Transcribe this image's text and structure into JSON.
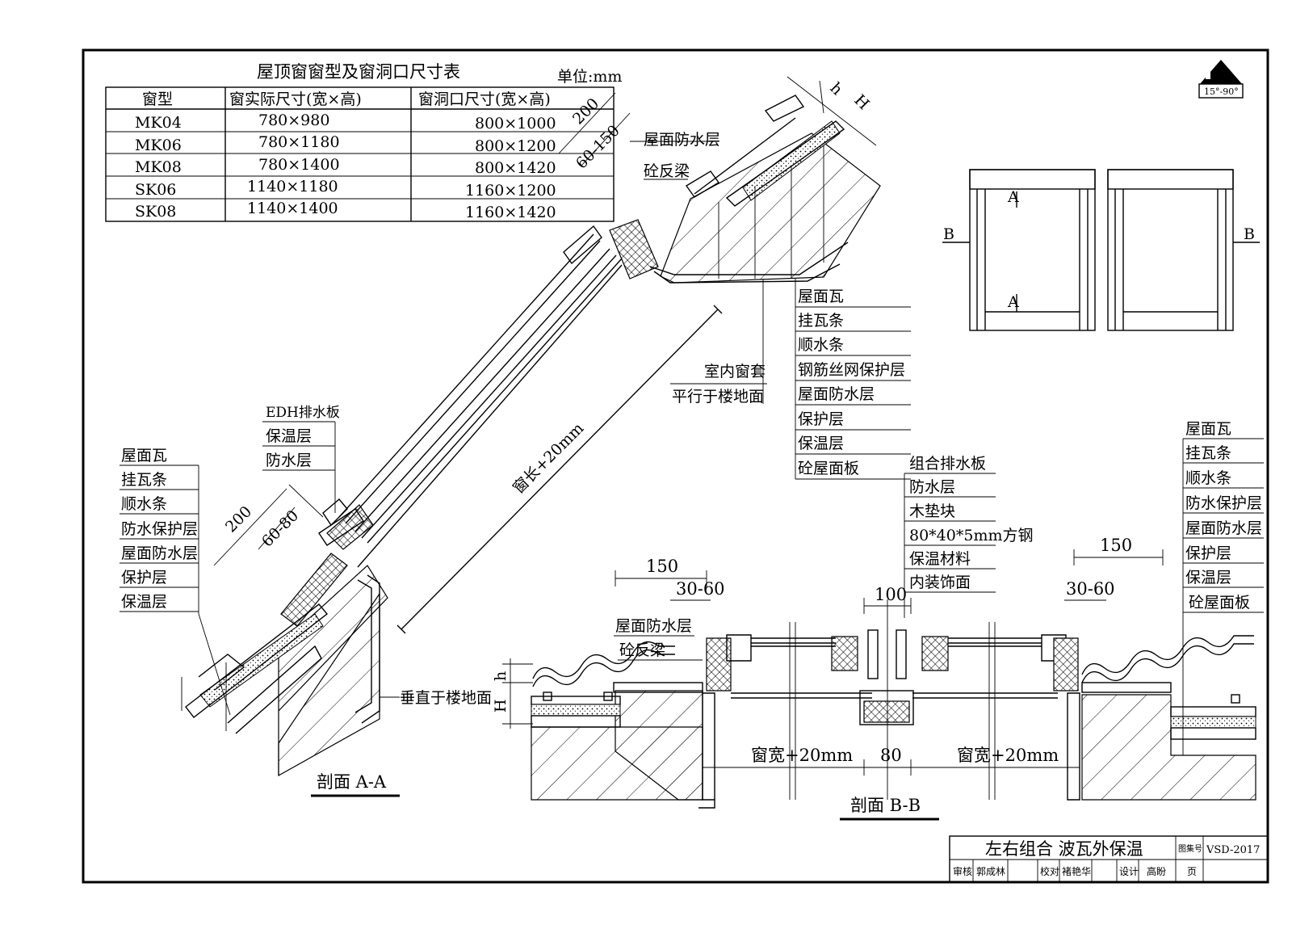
{
  "table": {
    "title": "屋顶窗窗型及窗洞口尺寸表",
    "unit": "单位:mm",
    "headers": [
      "窗型",
      "窗实际尺寸(宽×高)",
      "窗洞口尺寸(宽×高)"
    ],
    "rows": [
      [
        "MK04",
        "780×980",
        "800×1000"
      ],
      [
        "MK06",
        "780×1180",
        "800×1200"
      ],
      [
        "MK08",
        "780×1400",
        "800×1420"
      ],
      [
        "SK06",
        "1140×1180",
        "1160×1200"
      ],
      [
        "SK08",
        "1140×1400",
        "1160×1420"
      ]
    ]
  },
  "badge": {
    "angle": "15°-90°"
  },
  "section_aa": {
    "title": "剖面 A-A",
    "dim_200": "200",
    "dim_60_80": "60-80",
    "dim_len": "窗长+20mm",
    "label_top_1": "屋面防水层",
    "label_top_2": "砼反梁",
    "dim_top_200": "200",
    "dim_top_60_150": "60-150",
    "dim_h": "h",
    "dim_H": "H",
    "label_vertical": "垂直于楼地面",
    "label_inner_sleeve": "室内窗套",
    "label_parallel": "平行于楼地面",
    "left_labels_a": [
      "EDH排水板",
      "保温层",
      "防水层"
    ],
    "left_labels_b": [
      "屋面瓦",
      "挂瓦条",
      "顺水条",
      "防水保护层",
      "屋面防水层",
      "保护层",
      "保温层"
    ],
    "right_labels": [
      "屋面瓦",
      "挂瓦条",
      "顺水条",
      "钢筋丝网保护层",
      "屋面防水层",
      "保护层",
      "保温层",
      "砼屋面板"
    ]
  },
  "plan": {
    "mark_a_top": "A",
    "mark_a_bottom": "A",
    "mark_b_left": "B",
    "mark_b_right": "B"
  },
  "section_bb": {
    "title": "剖面 B-B",
    "center_labels": [
      "组合排水板",
      "防水层",
      "木垫块",
      "80*40*5mm方钢",
      "保温材料",
      "内装饰面"
    ],
    "right_labels": [
      "屋面瓦",
      "挂瓦条",
      "顺水条",
      "防水保护层",
      "屋面防水层",
      "保护层",
      "保温层",
      "砼屋面板"
    ],
    "left_label_1": "屋面防水层",
    "left_label_2": "砼反梁",
    "dim_150_left": "150",
    "dim_30_60_left": "30-60",
    "dim_150_right": "150",
    "dim_30_60_right": "30-60",
    "dim_100": "100",
    "dim_80": "80",
    "dim_width_left": "窗宽+20mm",
    "dim_width_right": "窗宽+20mm",
    "dim_h": "h",
    "dim_H": "H"
  },
  "title_block": {
    "title": "左右组合  波瓦外保温",
    "atlas_label": "图集号",
    "atlas_no": "VSD-2017",
    "review_label": "审核",
    "review_name": "郭成林",
    "check_label": "校对",
    "check_name": "褚艳华",
    "design_label": "设计",
    "design_name": "高盼",
    "page_label": "页"
  }
}
